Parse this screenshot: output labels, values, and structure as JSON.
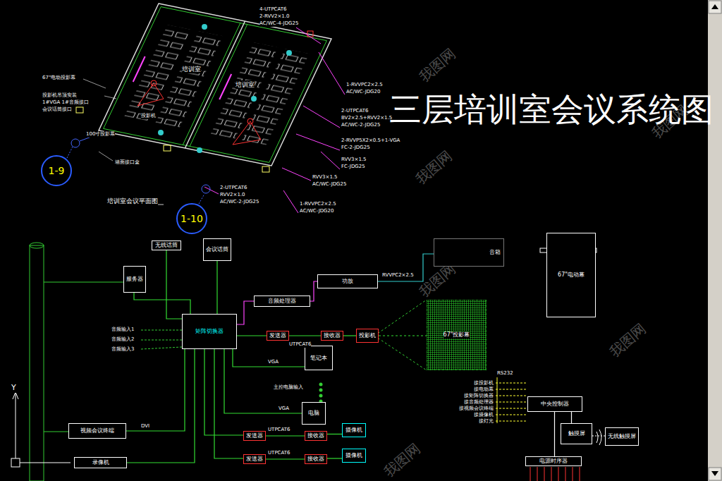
{
  "diagram": {
    "title": "三层培训室会议系统图",
    "nodes": [
      {
        "text": [
          "1-9"
        ]
      },
      {
        "text": [
          "1-10"
        ]
      },
      {
        "text": [
          "矩阵切换器"
        ]
      },
      {
        "text": [
          "音频处理器"
        ]
      },
      {
        "text": [
          "功放"
        ]
      },
      {
        "text": [
          "音箱"
        ]
      },
      {
        "text": [
          "投影机"
        ]
      },
      {
        "text": [
          "67\"投影幕"
        ]
      },
      {
        "text": [
          "笔记本"
        ]
      },
      {
        "text": [
          "电脑"
        ]
      },
      {
        "text": [
          "视频会议终端"
        ]
      },
      {
        "text": [
          "录像机"
        ]
      },
      {
        "text": [
          "摄像机"
        ]
      },
      {
        "text": [
          "摄像机"
        ]
      },
      {
        "text": [
          "中央控制器"
        ]
      },
      {
        "text": [
          "触摸屏"
        ]
      },
      {
        "text": [
          "无线触摸屏"
        ]
      },
      {
        "text": [
          "电源时序器"
        ]
      },
      {
        "text": [
          "无线话筒"
        ]
      },
      {
        "text": [
          "会议话筒"
        ]
      },
      {
        "text": [
          "服务器"
        ]
      },
      {
        "text": [
          "67\"电动幕"
        ]
      },
      {
        "text": [
          "发送器"
        ]
      },
      {
        "text": [
          "接收器"
        ]
      },
      {
        "text": [
          "发送器"
        ]
      },
      {
        "text": [
          "接收器"
        ]
      },
      {
        "text": [
          "发送器"
        ]
      },
      {
        "text": [
          "接收器"
        ]
      }
    ],
    "edges": [
      {
        "from": 18,
        "to": 2,
        "arrow": "none"
      },
      {
        "from": 19,
        "to": 2,
        "arrow": "none"
      },
      {
        "from": 20,
        "to": 2,
        "arrow": "none"
      },
      {
        "from": 2,
        "to": 3,
        "arrow": "none"
      },
      {
        "from": 3,
        "to": 4,
        "arrow": "none"
      },
      {
        "from": 4,
        "to": 5,
        "label": "RVVPC2×2.5",
        "arrow": "none"
      },
      {
        "from": 2,
        "to": 22,
        "arrow": "none"
      },
      {
        "from": 22,
        "to": 23,
        "label": "UTPCAT6",
        "arrow": "none"
      },
      {
        "from": 23,
        "to": 6,
        "arrow": "none"
      },
      {
        "from": 6,
        "to": 7,
        "arrow": "none"
      },
      {
        "from": 2,
        "to": 8,
        "label": "VGA",
        "arrow": "none"
      },
      {
        "from": 2,
        "to": 9,
        "label": "VGA",
        "arrow": "none"
      },
      {
        "from": 10,
        "to": 2,
        "label": "DVI",
        "arrow": "none"
      },
      {
        "from": 11,
        "to": 2,
        "arrow": "none"
      },
      {
        "from": 2,
        "to": 24,
        "arrow": "none"
      },
      {
        "from": 24,
        "to": 25,
        "label": "UTPCAT6",
        "arrow": "none"
      },
      {
        "from": 2,
        "to": 26,
        "arrow": "none"
      },
      {
        "from": 25,
        "to": 12,
        "arrow": "none"
      },
      {
        "from": 26,
        "to": 27,
        "label": "UTPCAT6",
        "arrow": "none"
      },
      {
        "from": 27,
        "to": 13,
        "arrow": "none"
      },
      {
        "from": 14,
        "to": 15,
        "arrow": "none"
      },
      {
        "from": 14,
        "to": 17,
        "arrow": "none"
      },
      {
        "from": 15,
        "to": 16,
        "arrow": "none"
      }
    ],
    "labels": [
      "4-UTPCAT6",
      "2-RVV2×1.0",
      "AC/WC-4-JDG25",
      "1-RVVPC2×2.5",
      "AC/WC-JDG20",
      "2-UTPCAT6",
      "BV2×2.5+RVV2×1.5",
      "AC/WC-2-JDG25",
      "2-RVVP5X2×0.5+1-VGA",
      "FC-2-JDG25",
      "RVV3×1.5",
      "FC-JDG25",
      "RVV3×1.5",
      "AC/WC-JDG25",
      "2-UTPCAT6",
      "RVV2×1.0",
      "AC/WC-2-JDG25",
      "1-RVVPC2×2.5",
      "AC/WC-JDG20",
      "培训室",
      "培训室",
      "培训室会议平面图",
      "67\"电动投影幕",
      "投影机吊顶安装",
      "1#VGA 1#音频接口",
      "会议话筒接口",
      "100寸投影幕",
      "墙面接口盒",
      "投影机",
      "音频输入1",
      "音频输入2",
      "音频输入3",
      "主控电脑输入",
      "RS232",
      "接投影机",
      "接电动幕",
      "接矩阵切换器",
      "接音频处理器",
      "接视频会议终端",
      "接摄像机",
      "接灯光",
      "Y",
      "我图网",
      "我图网",
      "我图网",
      "我图网",
      "我图网",
      "我图网"
    ]
  }
}
